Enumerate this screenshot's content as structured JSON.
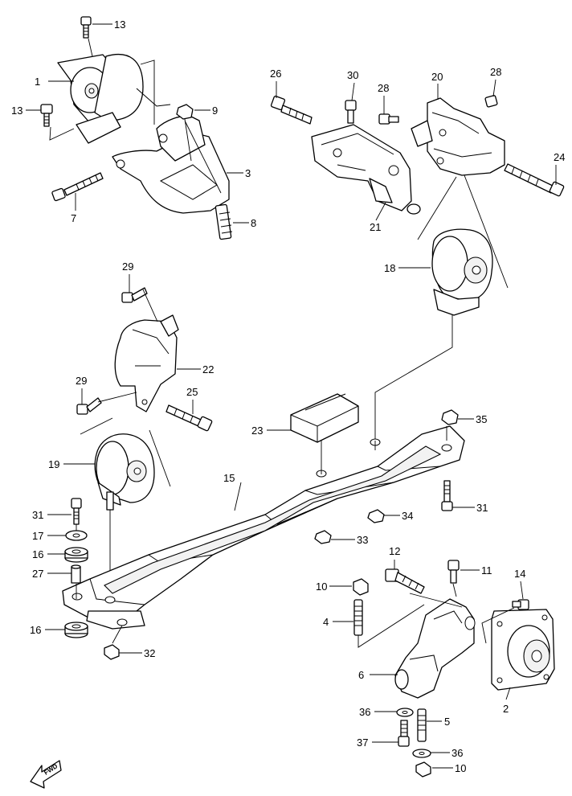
{
  "diagram": {
    "callouts": [
      {
        "id": "1",
        "label": "1"
      },
      {
        "id": "2",
        "label": "2"
      },
      {
        "id": "3",
        "label": "3"
      },
      {
        "id": "4",
        "label": "4"
      },
      {
        "id": "5",
        "label": "5"
      },
      {
        "id": "6",
        "label": "6"
      },
      {
        "id": "7",
        "label": "7"
      },
      {
        "id": "8",
        "label": "8"
      },
      {
        "id": "9",
        "label": "9"
      },
      {
        "id": "10a",
        "label": "10"
      },
      {
        "id": "10b",
        "label": "10"
      },
      {
        "id": "11",
        "label": "11"
      },
      {
        "id": "12",
        "label": "12"
      },
      {
        "id": "13a",
        "label": "13"
      },
      {
        "id": "13b",
        "label": "13"
      },
      {
        "id": "14",
        "label": "14"
      },
      {
        "id": "15",
        "label": "15"
      },
      {
        "id": "16a",
        "label": "16"
      },
      {
        "id": "16b",
        "label": "16"
      },
      {
        "id": "17",
        "label": "17"
      },
      {
        "id": "18",
        "label": "18"
      },
      {
        "id": "19",
        "label": "19"
      },
      {
        "id": "20",
        "label": "20"
      },
      {
        "id": "21",
        "label": "21"
      },
      {
        "id": "22",
        "label": "22"
      },
      {
        "id": "23",
        "label": "23"
      },
      {
        "id": "24",
        "label": "24"
      },
      {
        "id": "25",
        "label": "25"
      },
      {
        "id": "26",
        "label": "26"
      },
      {
        "id": "27",
        "label": "27"
      },
      {
        "id": "28a",
        "label": "28"
      },
      {
        "id": "28b",
        "label": "28"
      },
      {
        "id": "29a",
        "label": "29"
      },
      {
        "id": "29b",
        "label": "29"
      },
      {
        "id": "30",
        "label": "30"
      },
      {
        "id": "31a",
        "label": "31"
      },
      {
        "id": "31b",
        "label": "31"
      },
      {
        "id": "32",
        "label": "32"
      },
      {
        "id": "33",
        "label": "33"
      },
      {
        "id": "34",
        "label": "34"
      },
      {
        "id": "35",
        "label": "35"
      },
      {
        "id": "36a",
        "label": "36"
      },
      {
        "id": "36b",
        "label": "36"
      },
      {
        "id": "37",
        "label": "37"
      }
    ],
    "fwd_label": "FWD"
  }
}
